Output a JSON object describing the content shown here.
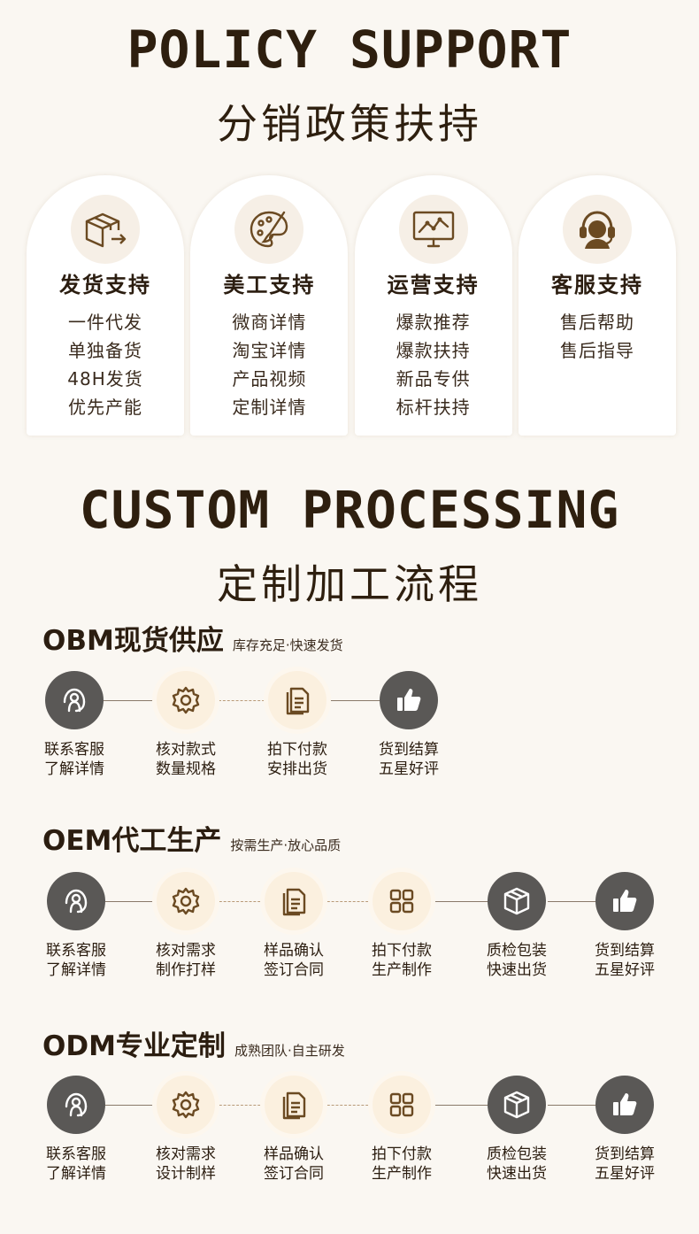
{
  "policy": {
    "title_en": "POLICY SUPPORT",
    "title_cn": "分销政策扶持",
    "cards": [
      {
        "icon": "box-icon",
        "title": "发货支持",
        "items": [
          "一件代发",
          "单独备货",
          "48H发货",
          "优先产能"
        ]
      },
      {
        "icon": "palette-icon",
        "title": "美工支持",
        "items": [
          "微商详情",
          "淘宝详情",
          "产品视频",
          "定制详情"
        ]
      },
      {
        "icon": "chart-monitor-icon",
        "title": "运营支持",
        "items": [
          "爆款推荐",
          "爆款扶持",
          "新品专供",
          "标杆扶持"
        ]
      },
      {
        "icon": "headset-icon",
        "title": "客服支持",
        "items": [
          "售后帮助",
          "售后指导"
        ]
      }
    ]
  },
  "custom": {
    "title_en": "CUSTOM PROCESSING",
    "title_cn": "定制加工流程"
  },
  "obm": {
    "title": "OBM现货供应",
    "subtitle": "库存充足·快速发货",
    "steps": [
      {
        "icon": "service-icon",
        "l1": "联系客服",
        "l2": "了解详情"
      },
      {
        "icon": "gear-icon",
        "l1": "核对款式",
        "l2": "数量规格"
      },
      {
        "icon": "document-icon",
        "l1": "拍下付款",
        "l2": "安排出货"
      },
      {
        "icon": "thumbs-up-icon",
        "l1": "货到结算",
        "l2": "五星好评"
      }
    ]
  },
  "oem": {
    "title": "OEM代工生产",
    "subtitle": "按需生产·放心品质",
    "steps": [
      {
        "icon": "service-icon",
        "l1": "联系客服",
        "l2": "了解详情"
      },
      {
        "icon": "gear-icon",
        "l1": "核对需求",
        "l2": "制作打样"
      },
      {
        "icon": "document-icon",
        "l1": "样品确认",
        "l2": "签订合同"
      },
      {
        "icon": "grid-icon",
        "l1": "拍下付款",
        "l2": "生产制作"
      },
      {
        "icon": "package-icon",
        "l1": "质检包装",
        "l2": "快速出货"
      },
      {
        "icon": "thumbs-up-icon",
        "l1": "货到结算",
        "l2": "五星好评"
      }
    ]
  },
  "odm": {
    "title": "ODM专业定制",
    "subtitle": "成熟团队·自主研发",
    "steps": [
      {
        "icon": "service-icon",
        "l1": "联系客服",
        "l2": "了解详情"
      },
      {
        "icon": "gear-icon",
        "l1": "核对需求",
        "l2": "设计制样"
      },
      {
        "icon": "document-icon",
        "l1": "样品确认",
        "l2": "签订合同"
      },
      {
        "icon": "grid-icon",
        "l1": "拍下付款",
        "l2": "生产制作"
      },
      {
        "icon": "package-icon",
        "l1": "质检包装",
        "l2": "快速出货"
      },
      {
        "icon": "thumbs-up-icon",
        "l1": "货到结算",
        "l2": "五星好评"
      }
    ]
  }
}
